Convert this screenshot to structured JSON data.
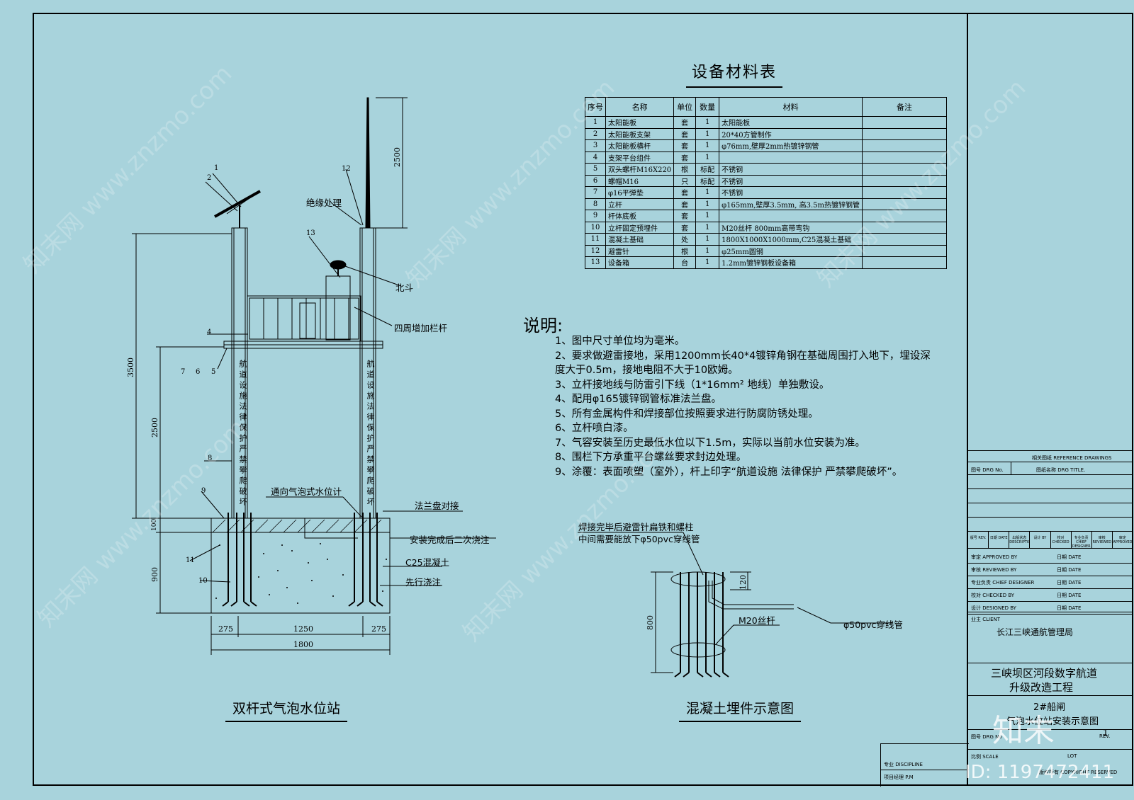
{
  "material_table": {
    "title": "设备材料表",
    "headers": [
      "序号",
      "名称",
      "单位",
      "数量",
      "材料",
      "备注"
    ],
    "rows": [
      [
        "1",
        "太阳能板",
        "套",
        "1",
        "太阳能板",
        ""
      ],
      [
        "2",
        "太阳能板支架",
        "套",
        "1",
        "20*40方管制作",
        ""
      ],
      [
        "3",
        "太阳能板横杆",
        "套",
        "1",
        "φ76mm,壁厚2mm热镀锌钢管",
        ""
      ],
      [
        "4",
        "支架平台组件",
        "套",
        "1",
        "",
        ""
      ],
      [
        "5",
        "双头螺杆M16X220",
        "根",
        "标配",
        "不锈钢",
        ""
      ],
      [
        "6",
        "螺帽M16",
        "只",
        "标配",
        "不锈钢",
        ""
      ],
      [
        "7",
        "φ16平弹垫",
        "套",
        "1",
        "不锈钢",
        ""
      ],
      [
        "8",
        "立杆",
        "套",
        "1",
        "φ165mm,壁厚3.5mm, 高3.5m热镀锌钢管",
        ""
      ],
      [
        "9",
        "杆体底板",
        "套",
        "1",
        "",
        ""
      ],
      [
        "10",
        "立杆固定预埋件",
        "套",
        "1",
        "M20丝杆  800mm高带弯钩",
        ""
      ],
      [
        "11",
        "混凝土基础",
        "处",
        "1",
        "1800X1000X1000mm,C25混凝土基础",
        ""
      ],
      [
        "12",
        "避雷针",
        "根",
        "1",
        "φ25mm圆钢",
        ""
      ],
      [
        "13",
        "设备箱",
        "台",
        "1",
        "1.2mm镀锌钢板设备箱",
        ""
      ]
    ]
  },
  "notes": {
    "title": "说明:",
    "items": [
      "1、图中尺寸单位均为毫米。",
      "2、要求做避雷接地，采用1200mm长40*4镀锌角钢在基础周围打入地下，埋设深",
      "度大于0.5m，接地电阻不大于10欧姆。",
      "3、立杆接地线与防雷引下线（1*16mm² 地线）单独敷设。",
      "4、配用φ165镀锌钢管标准法兰盘。",
      "5、所有金属构件和焊接部位按照要求进行防腐防锈处理。",
      "6、立杆喷白漆。",
      "7、气容安装至历史最低水位以下1.5m，实际以当前水位安装为准。",
      "8、围栏下方承重平台螺丝要求封边处理。",
      "9、涂覆：表面喷塑（室外），杆上印字“航道设施 法律保护 严禁攀爬破坏”。"
    ]
  },
  "left_drawing": {
    "caption": "双杆式气泡水位站",
    "labels": {
      "insulation": "绝缘处理",
      "beidou": "北斗",
      "railing": "四周增加栏杆",
      "to_gauge": "通向气泡式水位计",
      "flange": "法兰盘对接",
      "second_pour": "安装完成后二次浇注",
      "concrete": "C25混凝土",
      "first_pour": "先行浇注",
      "pole_text": "航道设施法律保护严禁攀爬破坏"
    },
    "callouts": [
      "1",
      "2",
      "4",
      "7",
      "6",
      "5",
      "8",
      "9",
      "11",
      "10",
      "12",
      "13"
    ],
    "dims": {
      "rod": "2500",
      "total": "3500",
      "pole": "2500",
      "plate": "100",
      "foundation": "900",
      "left": "275",
      "mid": "1250",
      "right": "275",
      "width": "1800"
    }
  },
  "right_drawing": {
    "caption": "混凝土埋件示意图",
    "note_line1": "焊接完毕后避雷针扁铁和螺柱",
    "note_line2": "中间需要能放下φ50pvc穿线管",
    "rod_label": "M20丝杆",
    "pipe_label": "φ50pvc穿线管",
    "dim_top": "120",
    "dim_height": "800"
  },
  "title_block": {
    "reference": "相关图纸 REFERENCE DRAWINGS",
    "drg_no": "图号 DRG No.",
    "drg_title": "图纸名称 DRG TITLE.",
    "rev_cols": [
      "版号 REV.",
      "日期 DATE",
      "出版状态 DESCRIPTION",
      "设计 BY",
      "校对 CHECKED",
      "专业负责 CHIEF DESIGNER",
      "审核 REVIEWED",
      "审定 APPROVED"
    ],
    "sign_rows": [
      [
        "审定 APPROVED BY",
        "日期 DATE"
      ],
      [
        "审核 REVIEWED BY",
        "日期 DATE"
      ],
      [
        "专业负责 CHIEF DESIGNER",
        "日期 DATE"
      ],
      [
        "校对 CHECKED BY",
        "日期 DATE"
      ],
      [
        "设计 DESIGNED BY",
        "日期 DATE"
      ]
    ],
    "client_label": "业主 CLIENT",
    "client": "长江三峡通航管理局",
    "project_line1": "三峡坝区河段数字航道",
    "project_line2": "升级改造工程",
    "sheet_title_line1": "2#船闸",
    "sheet_title_line2": "气泡水位站安装示意图",
    "drg_label": "图号 DRG No",
    "rev_label": "REV.",
    "rev_value": "1",
    "scale": "比例 SCALE",
    "lot": "LOT",
    "copyright": "版权所有 COPYRIGHT RESERVED",
    "discipline": "专业 DISCIPLINE",
    "pm": "项目经理 P.M"
  },
  "watermark": {
    "site": "www.znzmo.com",
    "brand": "知末网",
    "logo": "知末",
    "id": "ID: 1197472411"
  }
}
